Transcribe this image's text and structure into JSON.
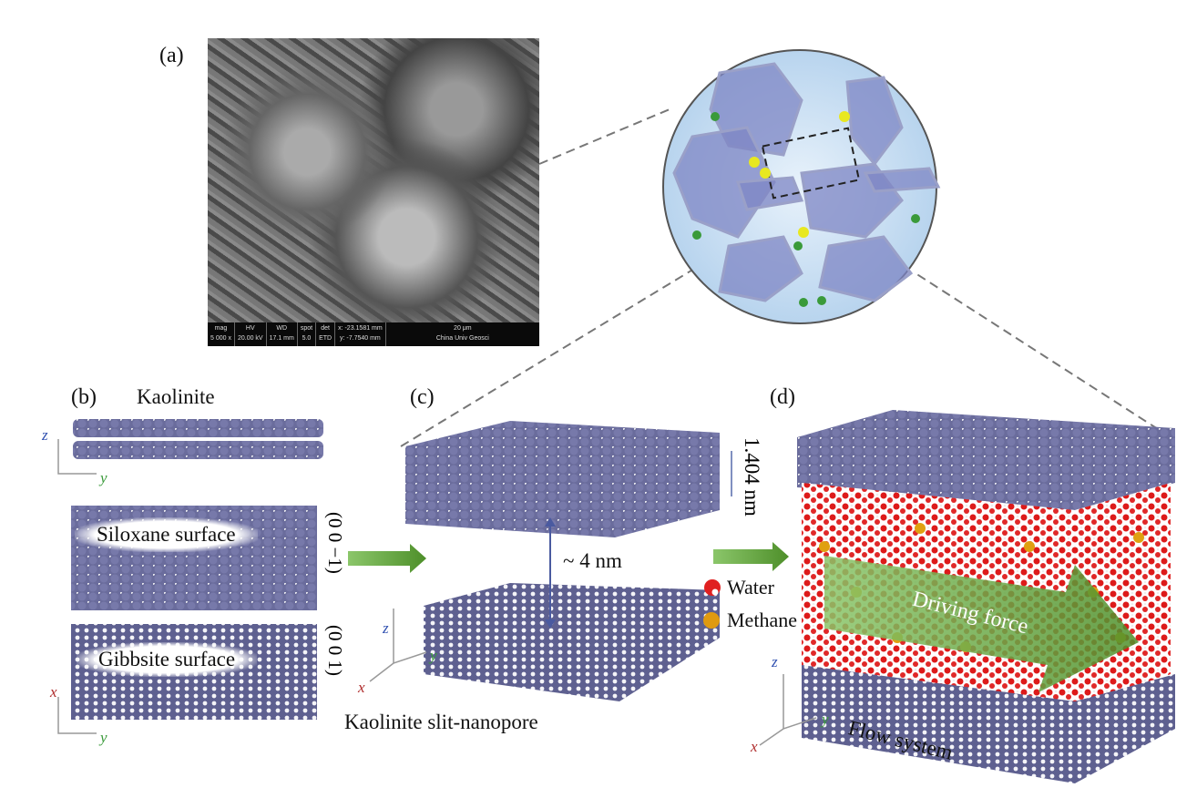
{
  "panels": {
    "a": {
      "label": "(a)",
      "sem_info": {
        "mag_label": "mag",
        "mag": "5 000 x",
        "hv_label": "HV",
        "hv": "20.00 kV",
        "wd_label": "WD",
        "wd": "17.1 mm",
        "spot_label": "spot",
        "spot": "5.0",
        "det_label": "det",
        "det": "ETD",
        "x": "x: -23.1581 mm",
        "y": "y: -7.7540 mm",
        "scale": "20 μm",
        "institution": "China Univ Geosci"
      }
    },
    "b": {
      "label": "(b)",
      "title": "Kaolinite",
      "siloxane": "Siloxane surface",
      "siloxane_plane": "(0 0 −1)",
      "gibbsite": "Gibbsite surface",
      "gibbsite_plane": "(0 0 1)"
    },
    "c": {
      "label": "(c)",
      "spacing": "1.404 nm",
      "gap": "~ 4 nm",
      "caption": "Kaolinite slit-nanopore"
    },
    "d": {
      "label": "(d)",
      "legend_water": "Water",
      "legend_methane": "Methane",
      "arrow": "Driving force",
      "caption": "Flow system"
    }
  },
  "axes": {
    "x": "x",
    "y": "y",
    "z": "z"
  },
  "colors": {
    "slab": "#6a6c9c",
    "water": "#e02020",
    "methane": "#e09a10",
    "arrow": "#6aa83a",
    "axis_x": "#b03030",
    "axis_y": "#3a9a3a",
    "axis_z": "#3050b0"
  }
}
